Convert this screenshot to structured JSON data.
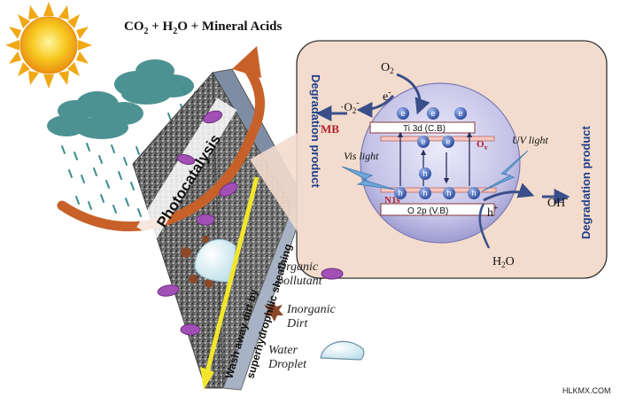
{
  "title": {
    "co2": "CO",
    "co2_sub": "2",
    "plus1": " + H",
    "h2o_sub": "2",
    "rest": "O + Mineral Acids"
  },
  "panel": {
    "photocatalysis": "Photocatalysis",
    "wash": "Wash away dirt by",
    "sheathing": "superhydrophilic sheathing"
  },
  "inset": {
    "degradation_left": "Degradation product",
    "degradation_right": "Degradation product",
    "o2": "O",
    "o2_sub": "2",
    "e_minus": "e",
    "superoxide": "·O",
    "superoxide_sub": "2",
    "mb": "MB",
    "ti3d": "Ti 3d",
    "cb": "(C.B)",
    "ov": "O",
    "ov_sub": "v",
    "vis_light": "Vis light",
    "uv_light": "UV light",
    "n1s": "N1s",
    "o2p": "O 2p",
    "vb": "(V.B)",
    "h_plus": "h",
    "oh": "OH",
    "h2o": "H",
    "h2o_sub": "2",
    "h2o_o": "O",
    "e": "e",
    "h": "h"
  },
  "legend": {
    "organic1": "Organic",
    "organic2": "pollutant",
    "inorganic1": "Inorganic",
    "inorganic2": "Dirt",
    "water1": "Water",
    "water2": "Droplet"
  },
  "watermark": "HLKMX.COM",
  "colors": {
    "sun": "#f6c21a",
    "cloud": "#2f7f80",
    "rain": "#3b8e8c",
    "arrow_orange": "#c8602a",
    "inset_bg": "#f3dccd",
    "sphere": "#c9c7ea",
    "electron": "#2f4fa0",
    "label_blue": "#1f3f8a",
    "highlight_red": "#b0202a",
    "pollutant": "#a24fb6",
    "dirt": "#8a4a2a",
    "wash_arrow": "#f2e62a"
  }
}
